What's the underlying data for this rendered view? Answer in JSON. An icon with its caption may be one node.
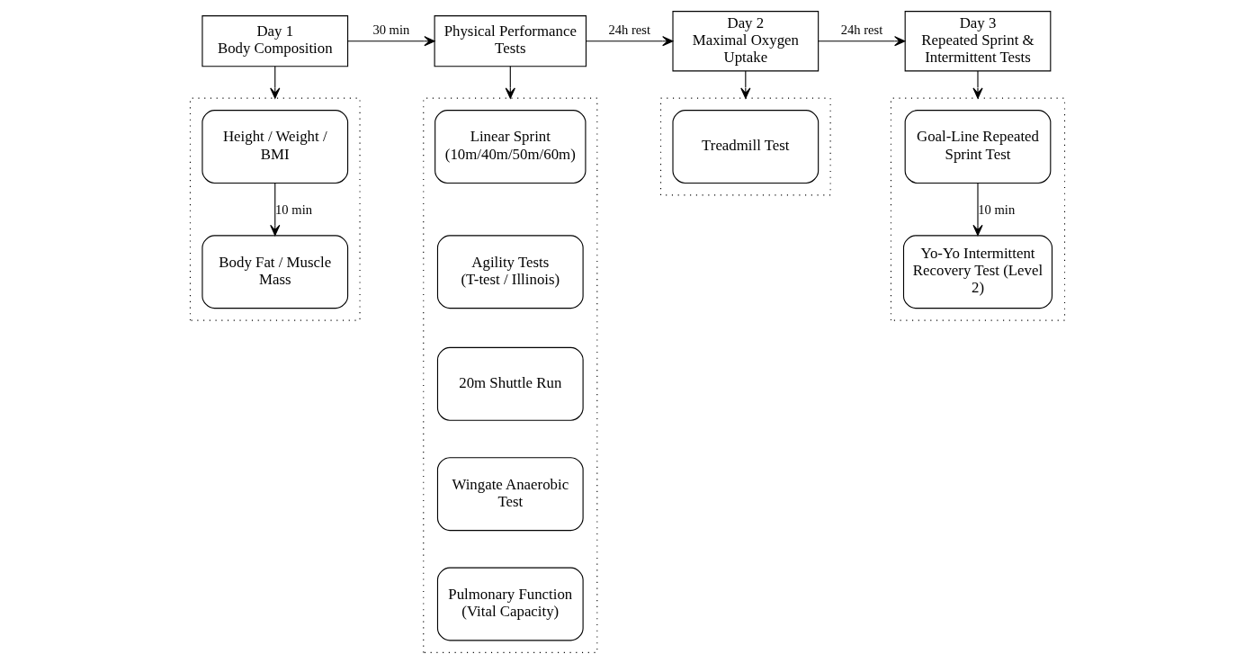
{
  "diagram": {
    "nodes": [
      {
        "text": [
          "Day 1",
          "Body Composition"
        ]
      },
      {
        "text": [
          "Physical Performance Tests"
        ]
      },
      {
        "text": [
          "Day 2",
          "Maximal Oxygen Uptake"
        ]
      },
      {
        "text": [
          "Day 3",
          "Repeated Sprint & Intermittent Tests"
        ]
      },
      {
        "text": [],
        "shape": "box"
      },
      {
        "text": [
          "Height / Weight / BMI"
        ],
        "in": 4
      },
      {
        "text": [
          "Body Fat / Muscle Mass"
        ],
        "in": 4
      },
      {
        "text": [],
        "shape": "box"
      },
      {
        "text": [
          "Linear Sprint (10m/40m/50m/60m)"
        ],
        "in": 7
      },
      {
        "text": [
          "Agility Tests (T-test / Illinois)"
        ],
        "in": 7
      },
      {
        "text": [
          "20m Shuttle Run"
        ],
        "in": 7
      },
      {
        "text": [
          "Wingate Anaerobic Test"
        ],
        "in": 7
      },
      {
        "text": [
          "Pulmonary Function (Vital Capacity)"
        ],
        "in": 7
      },
      {
        "text": [],
        "shape": "box"
      },
      {
        "text": [
          "Treadmill Test"
        ],
        "in": 13
      },
      {
        "text": [],
        "shape": "box"
      },
      {
        "text": [
          "Goal-Line Repeated Sprint Test"
        ],
        "in": 15
      },
      {
        "text": [
          "Yo-Yo Intermittent Recovery Test (Level 2)"
        ],
        "in": 15
      }
    ],
    "edges": [
      {
        "from": 0,
        "to": 1,
        "arrow": "to",
        "label": "30 min"
      },
      {
        "from": 1,
        "to": 2,
        "arrow": "to",
        "label": "24h rest"
      },
      {
        "from": 2,
        "to": 3,
        "arrow": "to",
        "label": "24h rest"
      },
      {
        "from": 0,
        "to": 4,
        "arrow": "to"
      },
      {
        "from": 1,
        "to": 7,
        "arrow": "to"
      },
      {
        "from": 2,
        "to": 13,
        "arrow": "to"
      },
      {
        "from": 3,
        "to": 15,
        "arrow": "to"
      },
      {
        "from": 5,
        "to": 6,
        "arrow": "to",
        "label": "10 min"
      },
      {
        "from": 16,
        "to": 17,
        "arrow": "to",
        "label": "10 min"
      }
    ]
  }
}
